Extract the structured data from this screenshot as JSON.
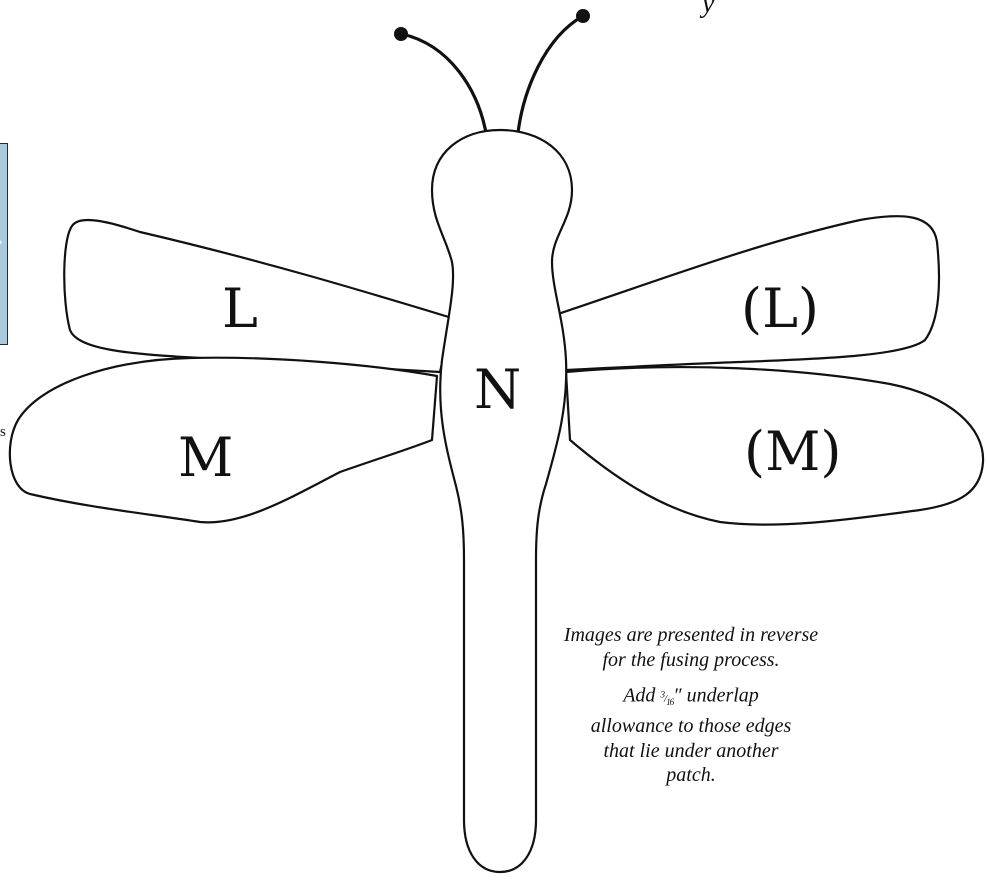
{
  "pattern": {
    "piece_labels": {
      "upper_wing_left": "L",
      "upper_wing_right": "(L)",
      "lower_wing_left": "M",
      "lower_wing_right": "(M)",
      "body": "N"
    },
    "notes": {
      "reverse_note": "Images are presented in reverse for the fusing process.",
      "underlap_prefix": "Add ",
      "underlap_fraction_num": "3",
      "underlap_fraction_den": "16",
      "underlap_suffix": "″ underlap allowance to those edges that lie under another patch."
    }
  },
  "cropped_edges": {
    "left_edge_letter": "s",
    "top_edge_letter": "y"
  },
  "colors": {
    "outline": "#111111",
    "background": "#ffffff",
    "edge_panel": "#a9c9de"
  }
}
